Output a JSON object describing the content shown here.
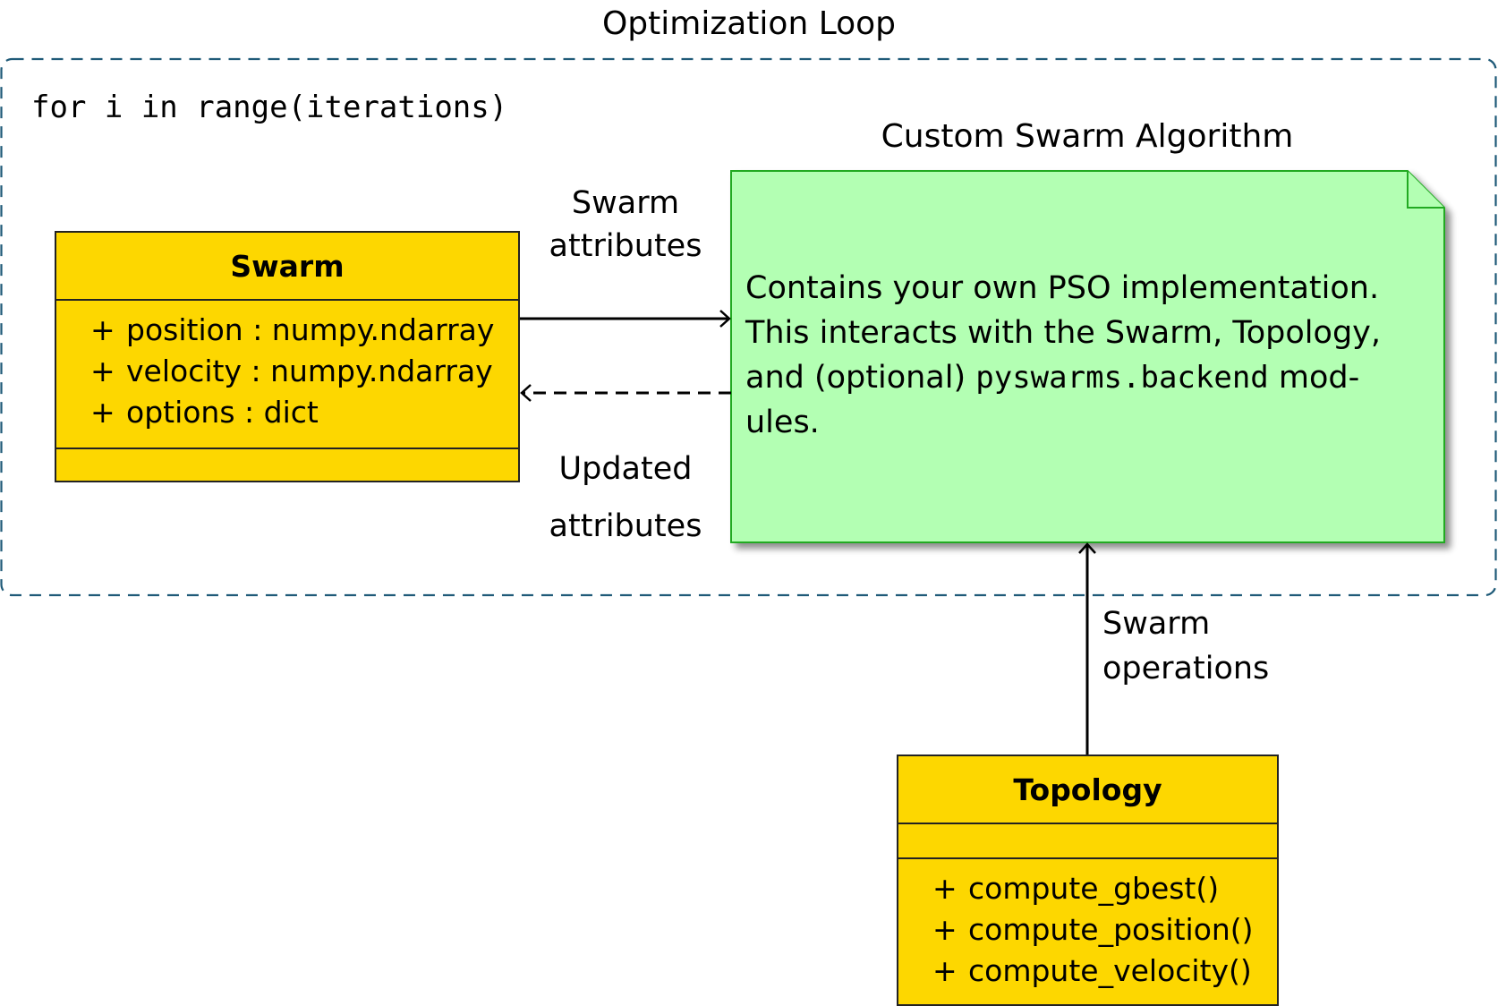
{
  "loop": {
    "title": "Optimization Loop",
    "code": "for i in range(iterations)",
    "border_color": "#1f5a78"
  },
  "swarm": {
    "name": "Swarm",
    "attributes": [
      {
        "visibility": "+",
        "text": "position : numpy.ndarray"
      },
      {
        "visibility": "+",
        "text": "velocity : numpy.ndarray"
      },
      {
        "visibility": "+",
        "text": "options : dict"
      }
    ],
    "methods": [],
    "fill": "#fdd700"
  },
  "custom": {
    "title": "Custom Swarm Algorithm",
    "text_before": "Contains your own PSO implementation. This interacts with the Swarm, Topology, and (optional) ",
    "code": "pyswarms.backend",
    "text_after": " mod-ules.",
    "fill": "#b3ffb3",
    "border": "#22aa22"
  },
  "edges": {
    "swarm_to_custom": {
      "line1": "Swarm",
      "line2": "attributes"
    },
    "custom_to_swarm": {
      "line1": "Updated",
      "line2": "attributes"
    },
    "topology_to_custom": {
      "line1": "Swarm",
      "line2": "operations"
    }
  },
  "topology": {
    "name": "Topology",
    "attributes": [],
    "methods": [
      {
        "visibility": "+",
        "text": "compute_gbest()"
      },
      {
        "visibility": "+",
        "text": "compute_position()"
      },
      {
        "visibility": "+",
        "text": "compute_velocity()"
      }
    ],
    "fill": "#fdd700"
  }
}
